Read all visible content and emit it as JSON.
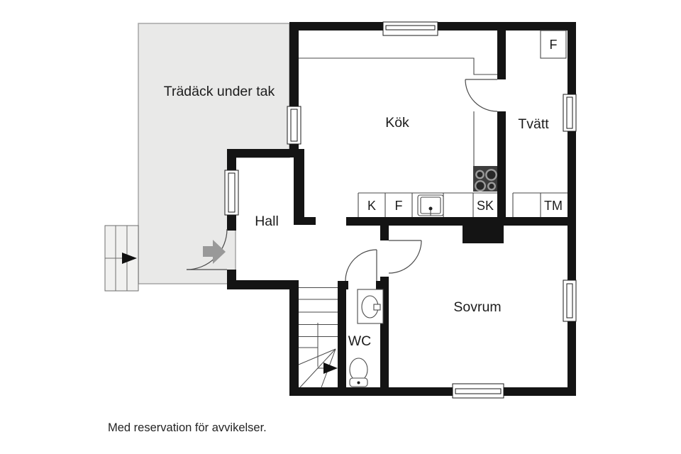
{
  "labels": {
    "deck": "Trädäck under tak",
    "kitchen": "Kök",
    "laundry": "Tvätt",
    "hall": "Hall",
    "bedroom": "Sovrum",
    "wc": "WC",
    "fridge": "K",
    "freezer": "F",
    "tall_cabinet": "SK",
    "washing_machine": "TM",
    "laundry_freezer": "F",
    "disclaimer": "Med reservation för avvikelser."
  },
  "colors": {
    "wall": "#141414",
    "floor": "#ffffff",
    "deck_fill": "#e9e9e8",
    "deck_border": "#a5a5a5",
    "thin_line": "#4a4a4a",
    "entry_arrow": "#999999",
    "hob": "#3d3d3d",
    "burner_ring": "#9b9b9b",
    "text": "#1c1c1c"
  }
}
